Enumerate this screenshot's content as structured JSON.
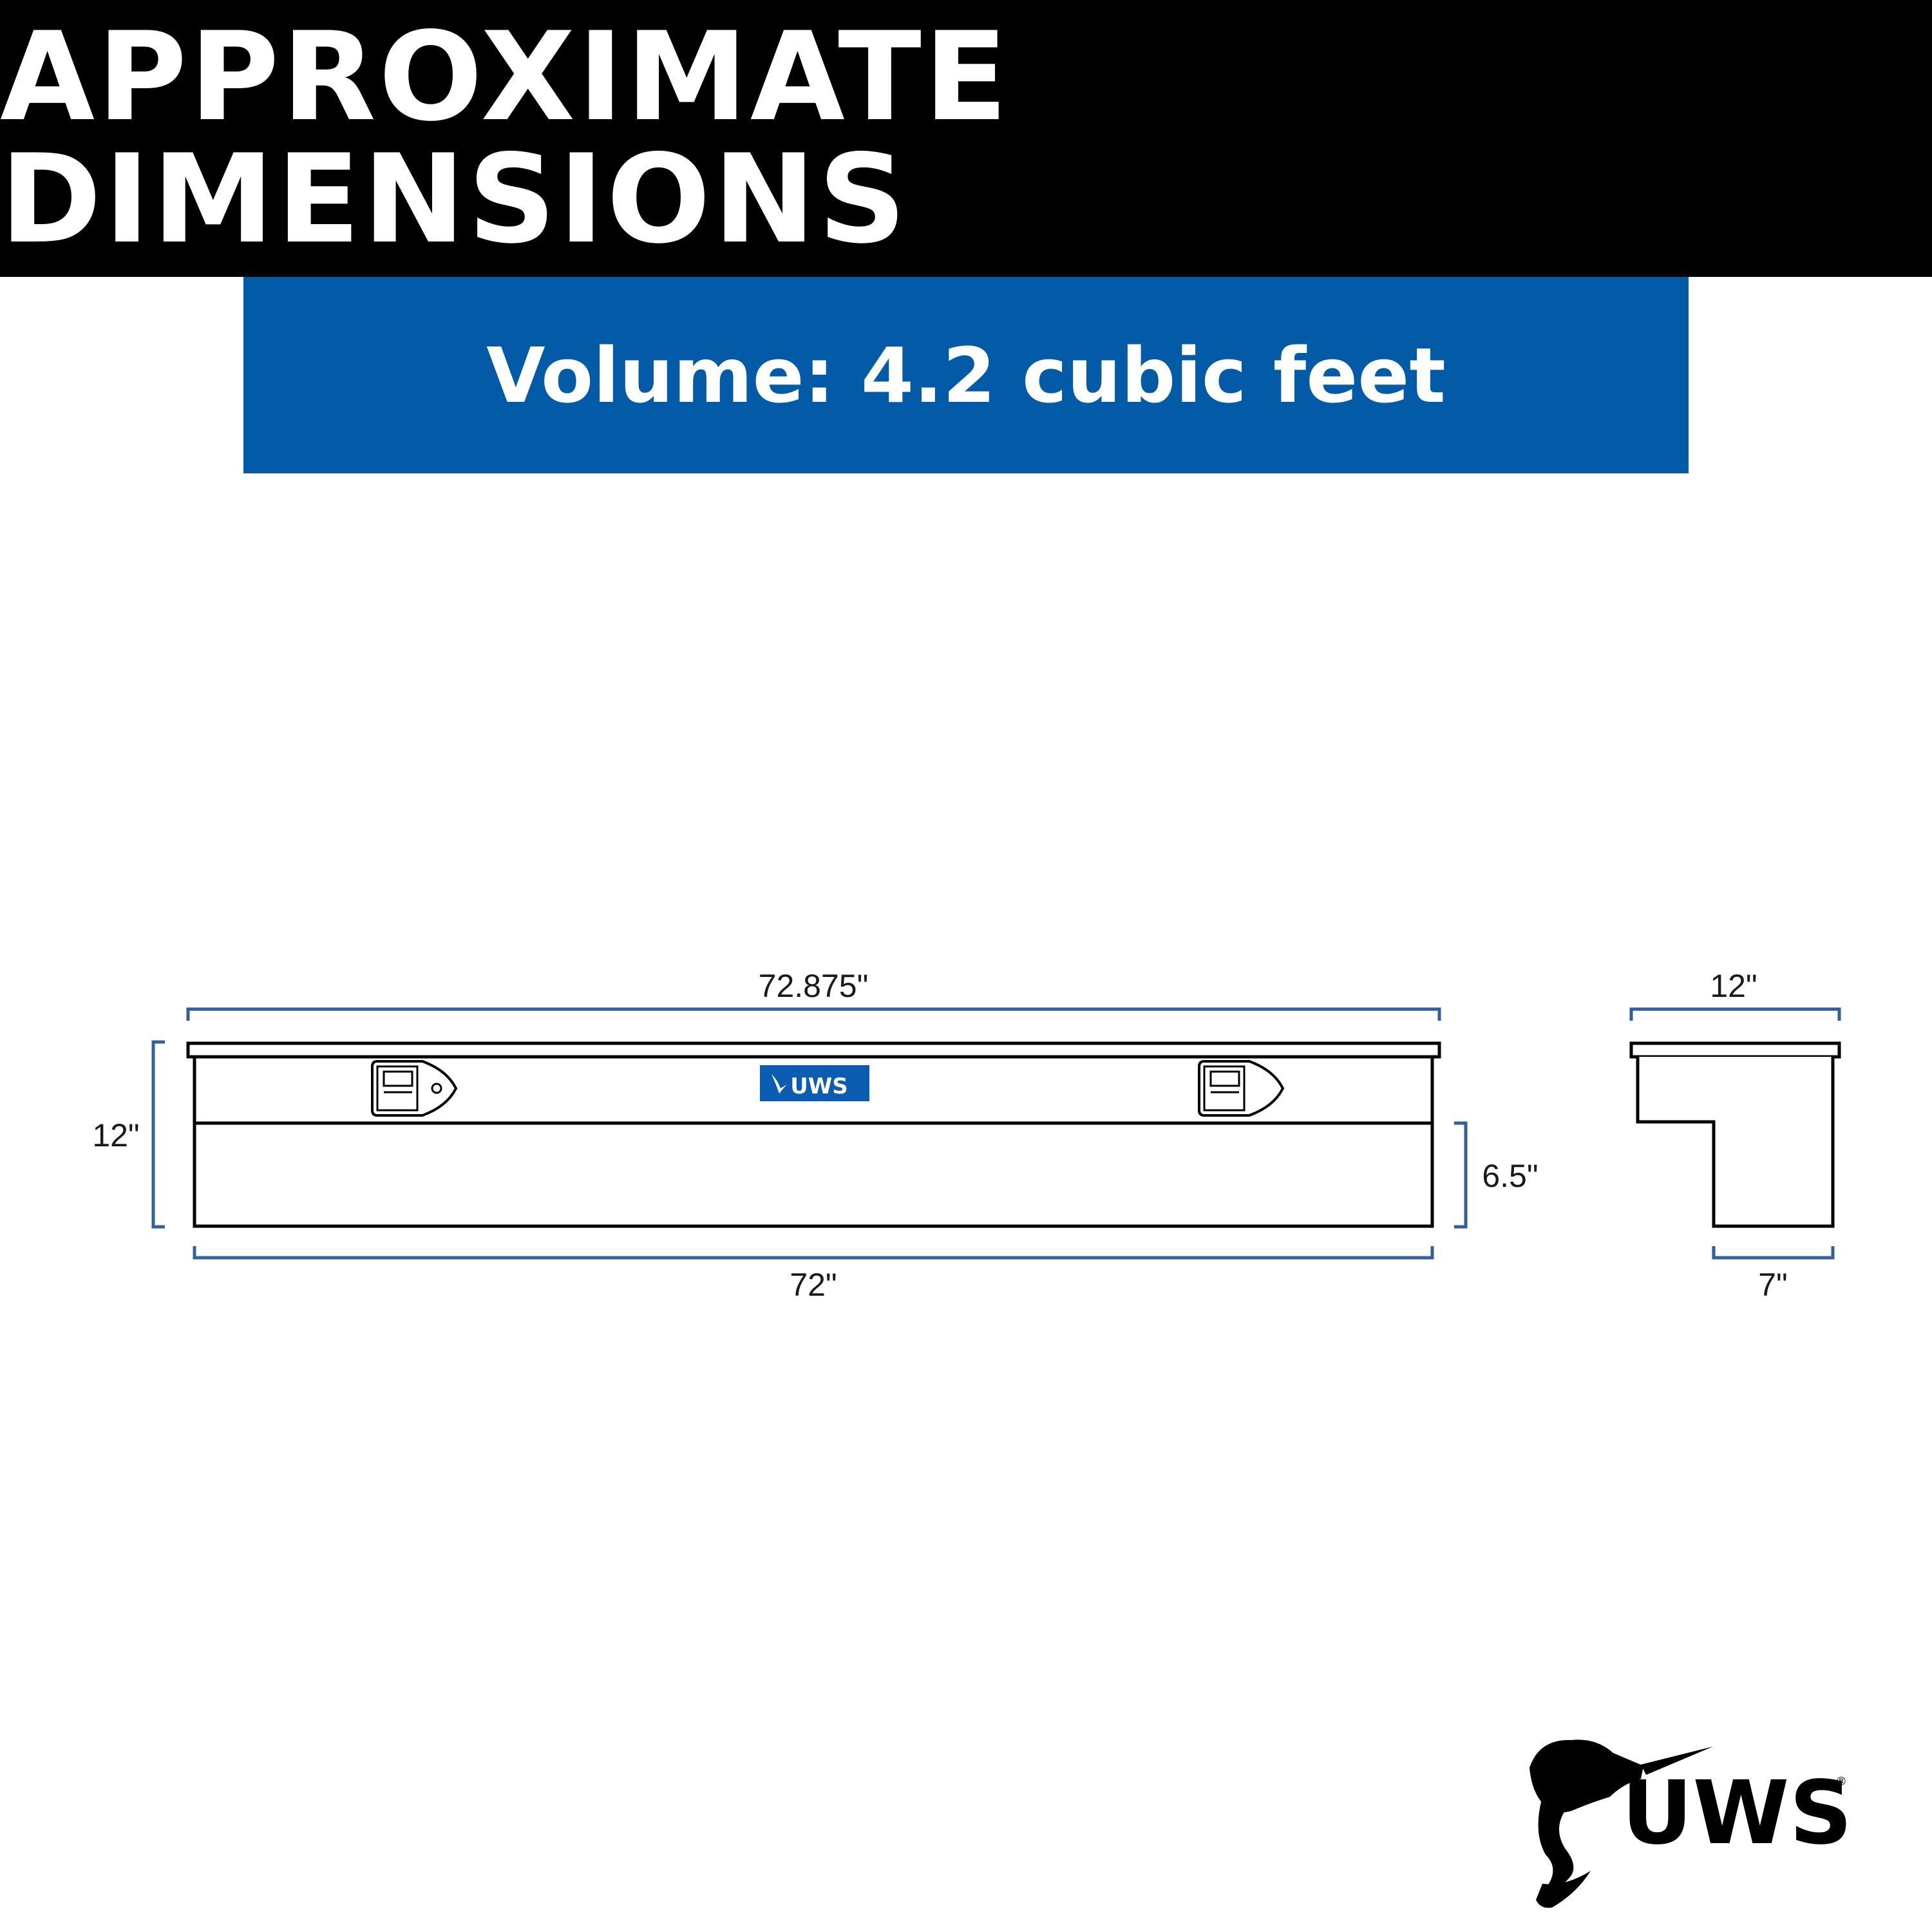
{
  "header": {
    "title": "APPROXIMATE DIMENSIONS"
  },
  "banner": {
    "text": "Volume: 4.2 cubic feet"
  },
  "front_view": {
    "overall_length": "72.875\"",
    "base_length": "72\"",
    "total_height": "12\"",
    "lower_height": "6.5\""
  },
  "side_view": {
    "top_depth": "12\"",
    "bottom_depth": "7\""
  },
  "box_badge": {
    "text": "UWS"
  },
  "logo": {
    "text": "UWS",
    "mark": "®",
    "icon": "sailfish-icon"
  },
  "colors": {
    "header_bg": "#000000",
    "banner_bg": "#035aa6",
    "dimension_line": "#2f5f9e",
    "badge_bg": "#0a5db0"
  }
}
